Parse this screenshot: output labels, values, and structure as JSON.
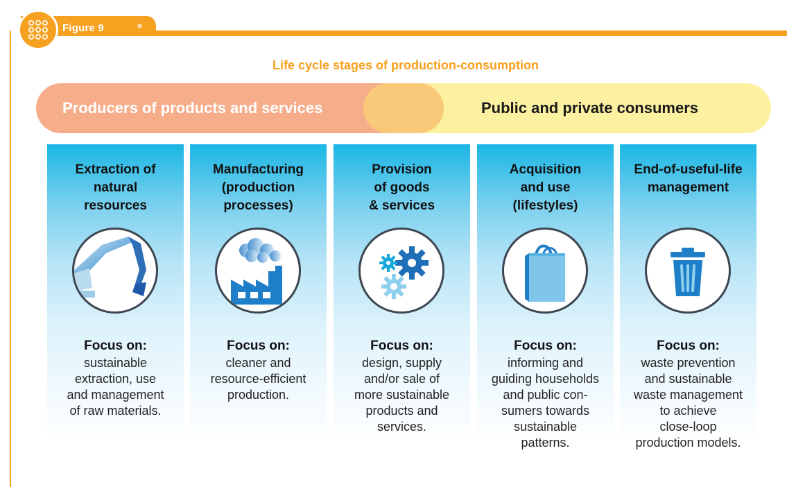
{
  "figure": {
    "label": "Figure 9"
  },
  "title": "Life cycle stages of production-consumption",
  "banners": {
    "producers": "Producers of products and services",
    "consumers": "Public and private consumers"
  },
  "stages": [
    {
      "heading": "Extraction of\nnatural\nresources",
      "focus_label": "Focus on:",
      "focus_text": "sustainable\nextraction, use\nand management\nof raw materials.",
      "icon": "excavator-icon"
    },
    {
      "heading": "Manufacturing\n(production\nprocesses)",
      "focus_label": "Focus on:",
      "focus_text": "cleaner and\nresource-efficient\nproduction.",
      "icon": "factory-icon"
    },
    {
      "heading": "Provision\nof goods\n& services",
      "focus_label": "Focus on:",
      "focus_text": "design, supply\nand/or sale of\nmore sustainable\nproducts and\nservices.",
      "icon": "gears-icon"
    },
    {
      "heading": "Acquisition\nand use\n(lifestyles)",
      "focus_label": "Focus on:",
      "focus_text": "informing and\nguiding households\nand public con-\nsumers towards\nsustainable\npatterns.",
      "icon": "shopping-bag-icon"
    },
    {
      "heading": "End-of-useful-life\nmanagement",
      "focus_label": "Focus on:",
      "focus_text": "waste prevention\nand sustainable\nwaste management\nto achieve\nclose-loop\nproduction models.",
      "icon": "trash-bin-icon"
    }
  ],
  "colors": {
    "accent": "#f6a11f",
    "producers": "#f6ad8a",
    "consumers": "#fbf1a0",
    "column_top": "#1ab6e4",
    "icon_blue": "#1e7ec8"
  }
}
